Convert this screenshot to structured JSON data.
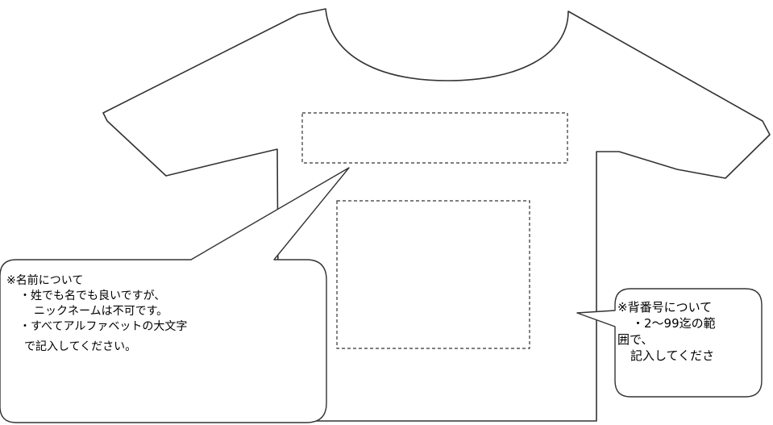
{
  "name_callout": {
    "lines": [
      "※名前について",
      "・姓でも名でも良いですが、",
      "ニックネームは不可です。",
      "・すべてアルファベットの大文字",
      "で記入してください。"
    ]
  },
  "number_callout": {
    "lines": [
      "※背番号について",
      "・2～99迄の範",
      "囲で、",
      "記入してくださ"
    ]
  },
  "colors": {
    "outline": "#333333",
    "background": "#ffffff",
    "text": "#000000"
  }
}
